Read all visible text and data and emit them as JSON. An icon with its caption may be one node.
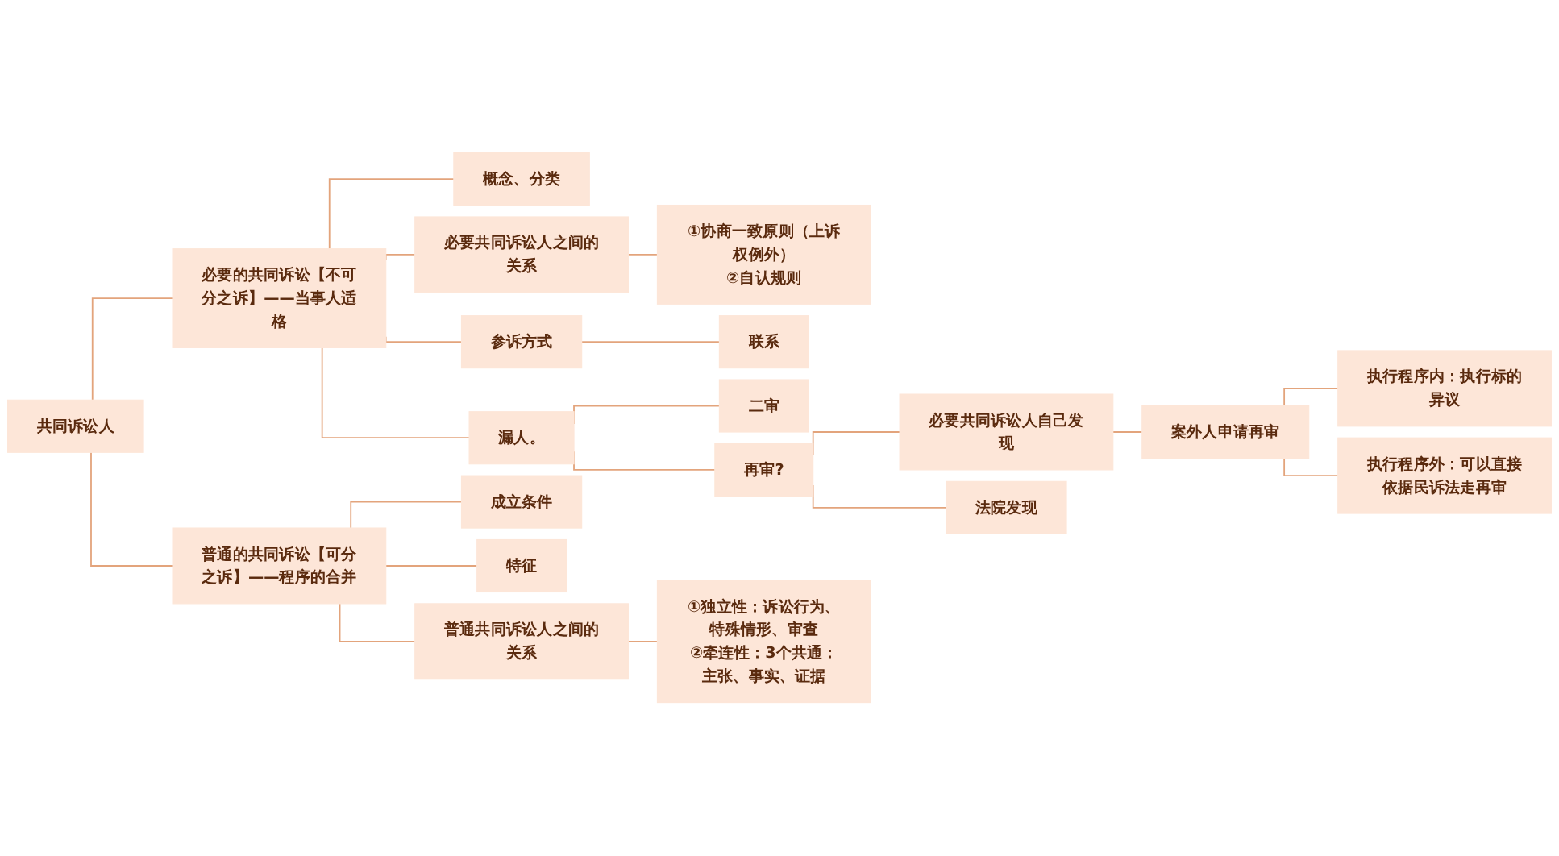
{
  "diagram": {
    "nodes": [
      {
        "text": [
          "共同诉讼人"
        ]
      },
      {
        "text": [
          "必要的共同诉讼【不可分之诉】——当事人适格"
        ]
      },
      {
        "text": [
          "概念、分类"
        ]
      },
      {
        "text": [
          "必要共同诉讼人之间的关系"
        ]
      },
      {
        "text": [
          "①协商一致原则（上诉权例外）",
          "②自认规则"
        ]
      },
      {
        "text": [
          "参诉方式"
        ]
      },
      {
        "text": [
          "联系"
        ]
      },
      {
        "text": [
          "漏人。"
        ]
      },
      {
        "text": [
          "二审"
        ]
      },
      {
        "text": [
          "再审?"
        ]
      },
      {
        "text": [
          "必要共同诉讼人自己发现"
        ]
      },
      {
        "text": [
          "法院发现"
        ]
      },
      {
        "text": [
          "案外人申请再审"
        ]
      },
      {
        "text": [
          "执行程序内：执行标的异议"
        ]
      },
      {
        "text": [
          "执行程序外：可以直接依据民诉法走再审"
        ]
      },
      {
        "text": [
          "普通的共同诉讼【可分之诉】——程序的合并"
        ]
      },
      {
        "text": [
          "成立条件"
        ]
      },
      {
        "text": [
          "特征"
        ]
      },
      {
        "text": [
          "普通共同诉讼人之间的关系"
        ]
      },
      {
        "text": [
          "①独立性：诉讼行为、特殊情形、审查",
          "②牵连性：3个共通：主张、事实、证据"
        ]
      }
    ],
    "edges": [
      {
        "from": 0,
        "to": 1,
        "arrow": "none"
      },
      {
        "from": 1,
        "to": 2,
        "arrow": "none"
      },
      {
        "from": 1,
        "to": 3,
        "arrow": "none"
      },
      {
        "from": 3,
        "to": 4,
        "arrow": "none"
      },
      {
        "from": 1,
        "to": 5,
        "arrow": "none"
      },
      {
        "from": 5,
        "to": 6,
        "arrow": "none"
      },
      {
        "from": 1,
        "to": 7,
        "arrow": "none"
      },
      {
        "from": 7,
        "to": 8,
        "arrow": "none"
      },
      {
        "from": 7,
        "to": 9,
        "arrow": "none"
      },
      {
        "from": 9,
        "to": 10,
        "arrow": "none"
      },
      {
        "from": 9,
        "to": 11,
        "arrow": "none"
      },
      {
        "from": 10,
        "to": 12,
        "arrow": "none"
      },
      {
        "from": 12,
        "to": 13,
        "arrow": "none"
      },
      {
        "from": 12,
        "to": 14,
        "arrow": "none"
      },
      {
        "from": 0,
        "to": 15,
        "arrow": "none"
      },
      {
        "from": 15,
        "to": 16,
        "arrow": "none"
      },
      {
        "from": 15,
        "to": 17,
        "arrow": "none"
      },
      {
        "from": 15,
        "to": 18,
        "arrow": "none"
      },
      {
        "from": 18,
        "to": 19,
        "arrow": "none"
      }
    ]
  }
}
